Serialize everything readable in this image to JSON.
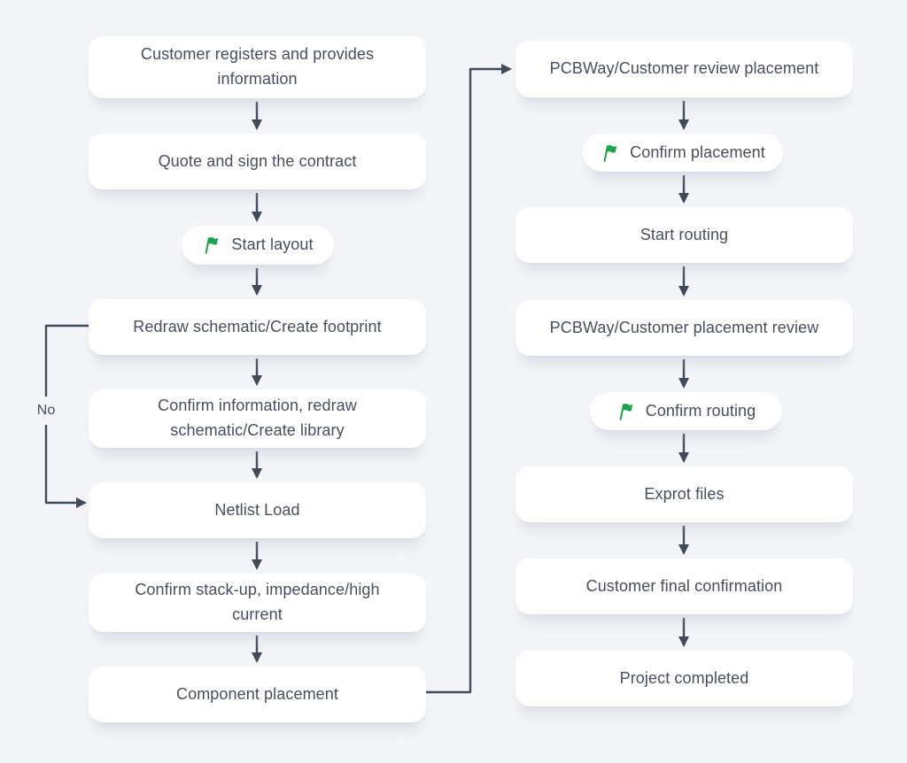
{
  "diagram": {
    "type": "flowchart",
    "colors": {
      "background": "#f4f5f8",
      "node_background": "#ffffff",
      "text": "#474e5d",
      "arrow": "#414a59",
      "flag_green": "#17a64c"
    },
    "nodes": {
      "l1": "Customer registers and provides information",
      "l2": "Quote and sign the contract",
      "l3": "Start layout",
      "l4": "Redraw schematic/Create footprint",
      "l5": "Confirm information, redraw schematic/Create library",
      "l6": "Netlist Load",
      "l7": "Confirm stack-up, impedance/high current",
      "l8": "Component placement",
      "r1": "PCBWay/Customer review placement",
      "r2": "Confirm placement",
      "r3": "Start routing",
      "r4": "PCBWay/Customer placement review",
      "r5": "Confirm routing",
      "r6": "Exprot files",
      "r7": "Customer final confirmation",
      "r8": "Project completed"
    },
    "labels": {
      "no_branch": "No"
    },
    "milestone_nodes": [
      "l3",
      "r2",
      "r5"
    ],
    "edges": [
      {
        "from": "l1",
        "to": "l2"
      },
      {
        "from": "l2",
        "to": "l3"
      },
      {
        "from": "l3",
        "to": "l4"
      },
      {
        "from": "l4",
        "to": "l5"
      },
      {
        "from": "l4",
        "to": "l6",
        "label": "No"
      },
      {
        "from": "l5",
        "to": "l6"
      },
      {
        "from": "l6",
        "to": "l7"
      },
      {
        "from": "l7",
        "to": "l8"
      },
      {
        "from": "l8",
        "to": "r1"
      },
      {
        "from": "r1",
        "to": "r2"
      },
      {
        "from": "r2",
        "to": "r3"
      },
      {
        "from": "r3",
        "to": "r4"
      },
      {
        "from": "r4",
        "to": "r5"
      },
      {
        "from": "r5",
        "to": "r6"
      },
      {
        "from": "r6",
        "to": "r7"
      },
      {
        "from": "r7",
        "to": "r8"
      }
    ]
  }
}
